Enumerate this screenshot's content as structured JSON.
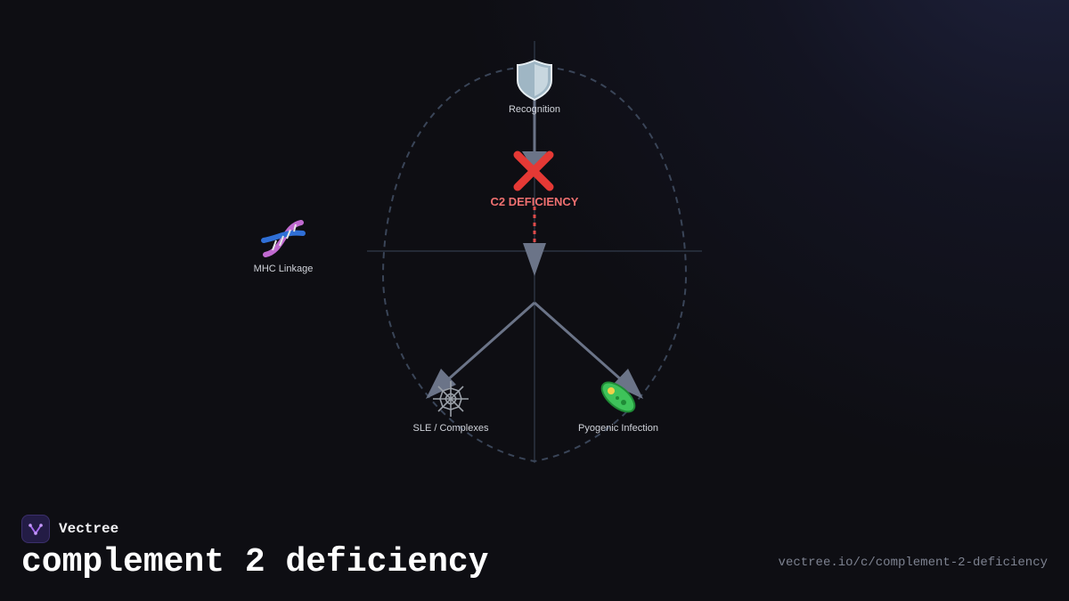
{
  "brand": {
    "name": "Vectree"
  },
  "title": "complement 2 deficiency",
  "url": "vectree.io/c/complement-2-deficiency",
  "colors": {
    "background": "#0e0e13",
    "arrow": "#6b7488",
    "outline": "#3a4558",
    "deficiency": "#f07070",
    "text": "#d0d3da"
  },
  "diagram": {
    "nodes": [
      {
        "id": "recognition",
        "label": "Recognition",
        "icon": "shield-icon"
      },
      {
        "id": "c2-deficiency",
        "label": "C2 DEFICIENCY",
        "icon": "cross-mark-icon"
      },
      {
        "id": "mhc-linkage",
        "label": "MHC Linkage",
        "icon": "dna-icon"
      },
      {
        "id": "sle-complexes",
        "label": "SLE / Complexes",
        "icon": "web-icon"
      },
      {
        "id": "pyogenic-infection",
        "label": "Pyogenic Infection",
        "icon": "microbe-icon"
      }
    ],
    "edges": [
      {
        "from": "recognition",
        "to": "c2-deficiency",
        "style": "solid"
      },
      {
        "from": "c2-deficiency",
        "to": "junction",
        "style": "dotted"
      },
      {
        "from": "junction",
        "to": "sle-complexes",
        "style": "solid"
      },
      {
        "from": "junction",
        "to": "pyogenic-infection",
        "style": "solid"
      }
    ]
  }
}
